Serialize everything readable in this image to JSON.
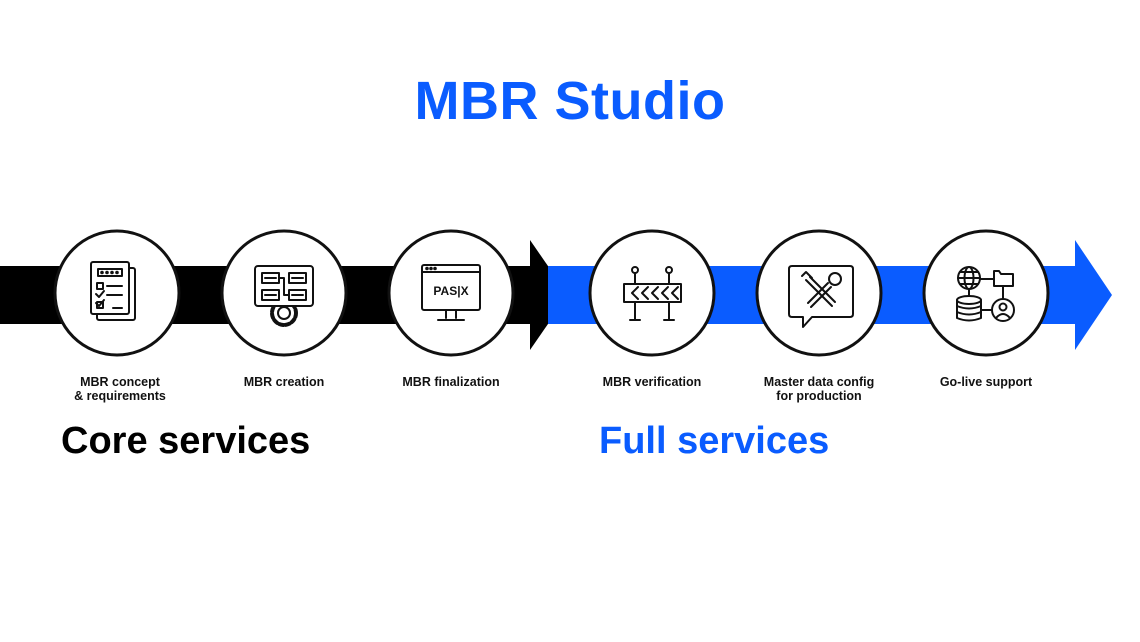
{
  "title": "MBR Studio",
  "colors": {
    "core": "#000000",
    "full": "#0a5cff",
    "icon_stroke": "#111111",
    "circle_fill": "#ffffff"
  },
  "steps": [
    {
      "label": "MBR concept\n& requirements",
      "icon": "checklist-document-icon"
    },
    {
      "label": "MBR creation",
      "icon": "workflow-gear-icon"
    },
    {
      "label": "MBR finalization",
      "icon": "pasx-monitor-icon",
      "icon_text": "PAS|X"
    },
    {
      "label": "MBR verification",
      "icon": "road-barrier-icon"
    },
    {
      "label": "Master data config\nfor production",
      "icon": "tools-chat-icon"
    },
    {
      "label": "Go-live support",
      "icon": "network-support-icon"
    }
  ],
  "groups": {
    "core": "Core services",
    "full": "Full services"
  }
}
